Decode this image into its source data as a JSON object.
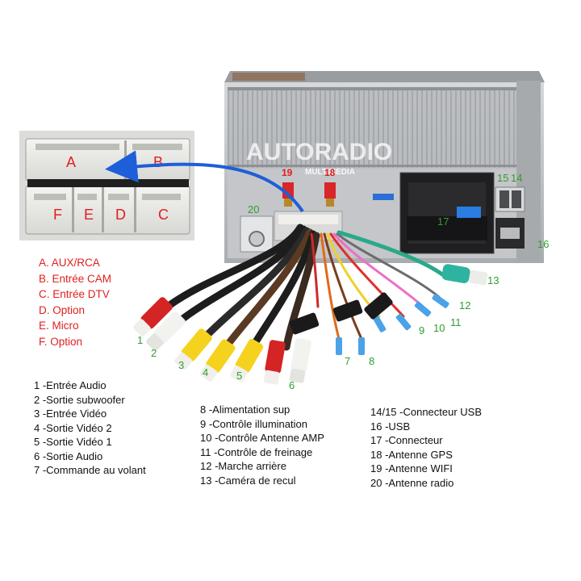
{
  "watermark": {
    "brand": "AUTORADIO",
    "sub": "MULTIMEDIA"
  },
  "connector_letters": [
    "A",
    "B",
    "F",
    "E",
    "D",
    "C"
  ],
  "red_legend": [
    "A. AUX/RCA",
    "B. Entrée CAM",
    "C. Entrée DTV",
    "D. Option",
    "E. Micro",
    "F. Option"
  ],
  "cable_numbers": {
    "n1": "1",
    "n2": "2",
    "n3": "3",
    "n4": "4",
    "n5": "5",
    "n6": "6",
    "n7": "7",
    "n8": "8",
    "n9": "9",
    "n10": "10",
    "n11": "11",
    "n12": "12",
    "n13": "13",
    "n14": "14",
    "n15": "15",
    "n16": "16",
    "n17": "17",
    "n18": "18",
    "n19": "19",
    "n20": "20"
  },
  "legend_col1": [
    "1 -Entrée Audio",
    "2 -Sortie subwoofer",
    "3 -Entrée Vidéo",
    "4 -Sortie Vidéo 2",
    "5 -Sortie Vidéo 1",
    "6 -Sortie Audio",
    "7 -Commande au volant"
  ],
  "legend_col2": [
    "8 -Alimentation sup",
    "9 -Contrôle illumination",
    "10 -Contrôle Antenne AMP",
    "11 -Contrôle de freinage",
    "12 -Marche arrière",
    "13 -Caméra de recul"
  ],
  "legend_col3": [
    "14/15 -Connecteur USB",
    "16 -USB",
    "17 -Connecteur",
    "18 -Antenne GPS",
    "19 -Antenne WIFI",
    "20 -Antenne radio"
  ],
  "colors": {
    "legend_red": "#e02020",
    "number_green": "#2f9e2f",
    "arrow_blue": "#1d5fd8",
    "chassis": "#b4b7ba"
  }
}
